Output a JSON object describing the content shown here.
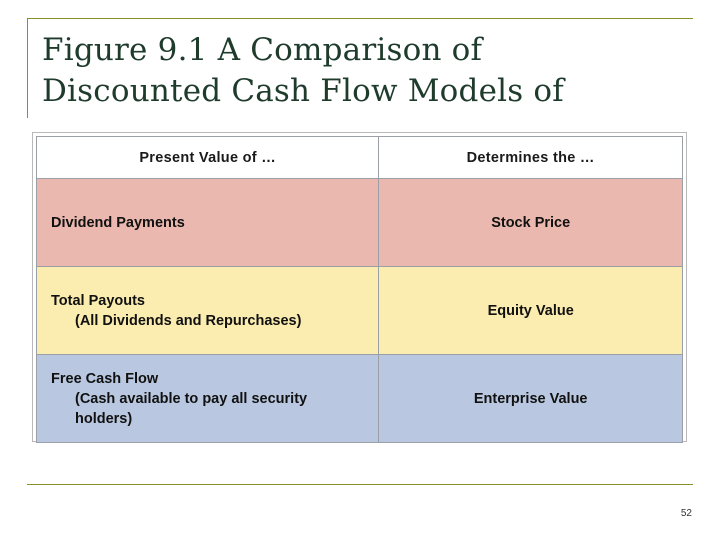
{
  "slide": {
    "title": "Figure 9.1  A Comparison of\nDiscounted Cash Flow Models of",
    "page_number": "52",
    "accent_color": "#8a8f2e",
    "title_color": "#1f3b2c"
  },
  "figure": {
    "headers": {
      "left": "Present Value of …",
      "right": "Determines the …"
    },
    "rows": [
      {
        "left_main": "Dividend Payments",
        "left_sub": "",
        "right": "Stock Price",
        "color": "#eab8ae"
      },
      {
        "left_main": "Total Payouts",
        "left_sub": "(All Dividends and Repurchases)",
        "right": "Equity Value",
        "color": "#fbecaf"
      },
      {
        "left_main": "Free Cash Flow",
        "left_sub": "(Cash available to pay all security holders)",
        "right": "Enterprise Value",
        "color": "#b9c8e0"
      }
    ]
  }
}
